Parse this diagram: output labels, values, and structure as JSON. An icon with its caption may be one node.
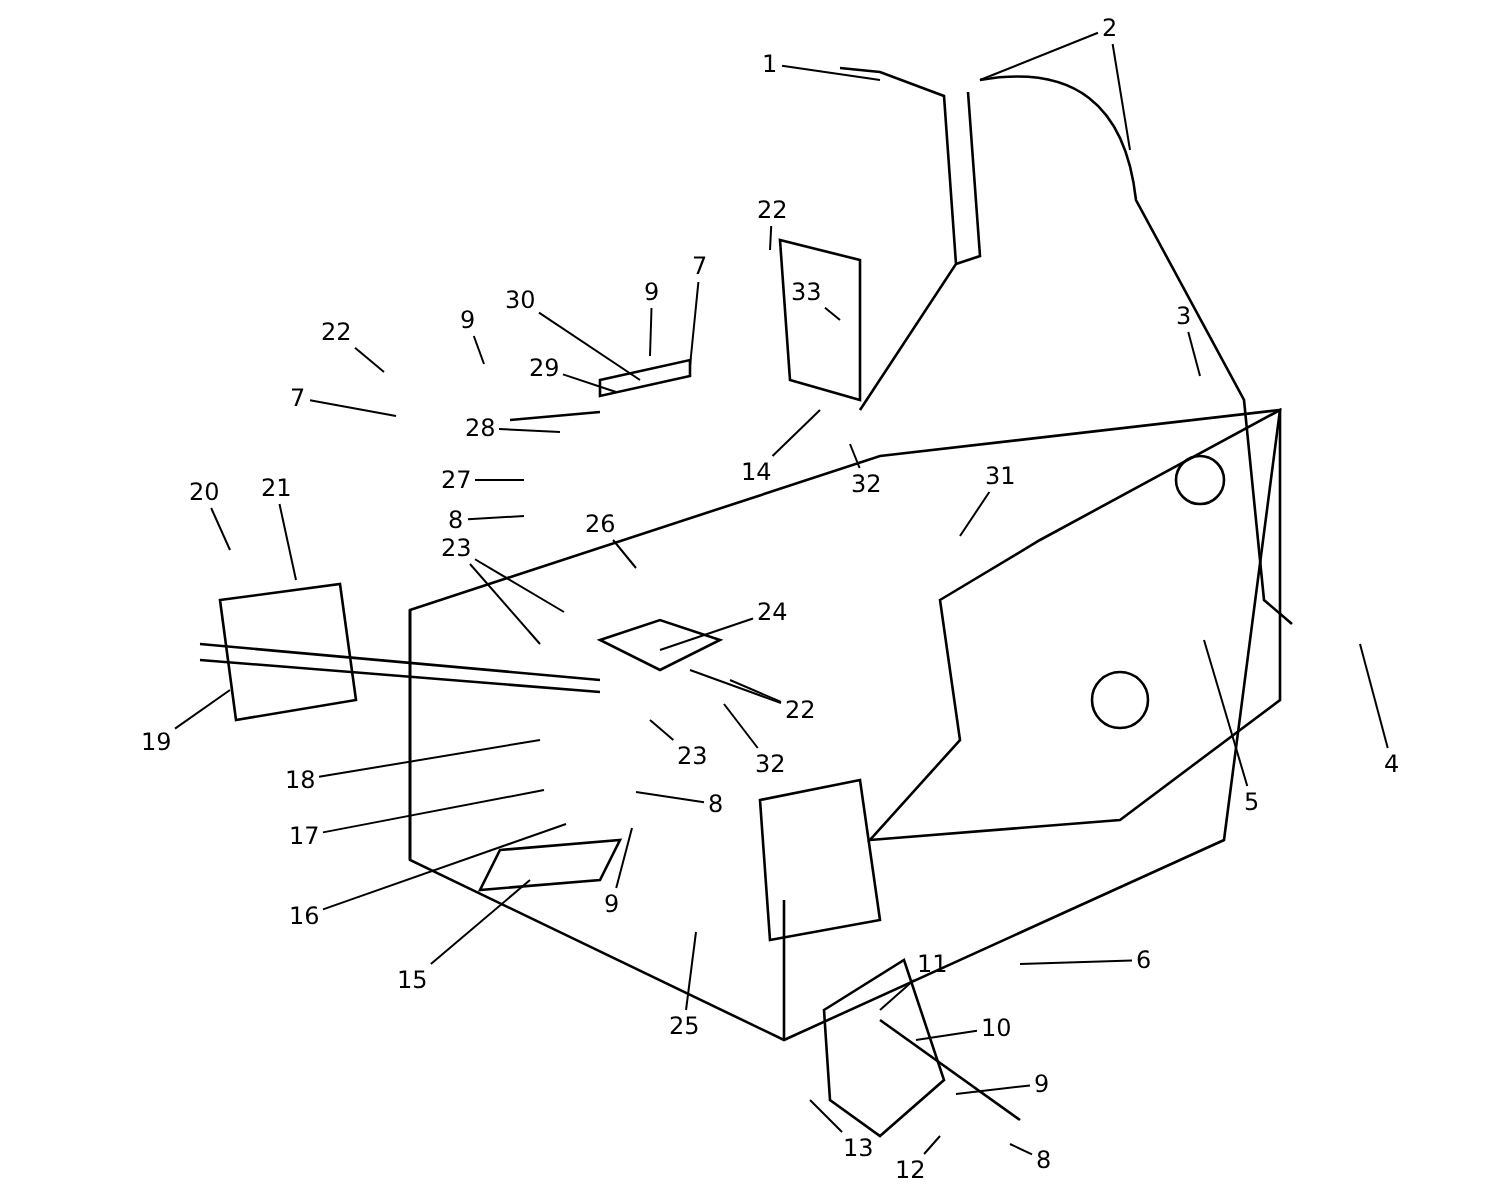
{
  "diagram": {
    "nodes": [
      {
        "text": [
          "1"
        ]
      },
      {
        "text": [
          "2"
        ]
      },
      {
        "text": [
          "22"
        ]
      },
      {
        "text": [
          "3"
        ]
      },
      {
        "text": [
          "33"
        ]
      },
      {
        "text": [
          "7"
        ]
      },
      {
        "text": [
          "9"
        ]
      },
      {
        "text": [
          "30"
        ]
      },
      {
        "text": [
          "22"
        ]
      },
      {
        "text": [
          "9"
        ]
      },
      {
        "text": [
          "29"
        ]
      },
      {
        "text": [
          "7"
        ]
      },
      {
        "text": [
          "28"
        ]
      },
      {
        "text": [
          "27"
        ]
      },
      {
        "text": [
          "8"
        ]
      },
      {
        "text": [
          "14"
        ]
      },
      {
        "text": [
          "32"
        ]
      },
      {
        "text": [
          "31"
        ]
      },
      {
        "text": [
          "20"
        ]
      },
      {
        "text": [
          "21"
        ]
      },
      {
        "text": [
          "23"
        ]
      },
      {
        "text": [
          "26"
        ]
      },
      {
        "text": [
          "24"
        ]
      },
      {
        "text": [
          "22"
        ]
      },
      {
        "text": [
          "23"
        ]
      },
      {
        "text": [
          "32"
        ]
      },
      {
        "text": [
          "19"
        ]
      },
      {
        "text": [
          "18"
        ]
      },
      {
        "text": [
          "17"
        ]
      },
      {
        "text": [
          "8"
        ]
      },
      {
        "text": [
          "16"
        ]
      },
      {
        "text": [
          "9"
        ]
      },
      {
        "text": [
          "5"
        ]
      },
      {
        "text": [
          "4"
        ]
      },
      {
        "text": [
          "15"
        ]
      },
      {
        "text": [
          "25"
        ]
      },
      {
        "text": [
          "6"
        ]
      },
      {
        "text": [
          "11"
        ]
      },
      {
        "text": [
          "10"
        ]
      },
      {
        "text": [
          "9"
        ]
      },
      {
        "text": [
          "13"
        ]
      },
      {
        "text": [
          "12"
        ]
      },
      {
        "text": [
          "8"
        ]
      }
    ],
    "edges": [
      {
        "from": 0,
        "to": null,
        "arrow": "none"
      },
      {
        "from": 1,
        "to": null,
        "arrow": "none"
      },
      {
        "from": 1,
        "to": null,
        "arrow": "none"
      },
      {
        "from": 2,
        "to": null,
        "arrow": "none"
      },
      {
        "from": 3,
        "to": null,
        "arrow": "none"
      },
      {
        "from": 4,
        "to": null,
        "arrow": "none"
      },
      {
        "from": 5,
        "to": null,
        "arrow": "none"
      },
      {
        "from": 6,
        "to": null,
        "arrow": "none"
      },
      {
        "from": 7,
        "to": null,
        "arrow": "none"
      },
      {
        "from": 8,
        "to": null,
        "arrow": "none"
      },
      {
        "from": 9,
        "to": null,
        "arrow": "none"
      },
      {
        "from": 10,
        "to": null,
        "arrow": "none"
      },
      {
        "from": 11,
        "to": null,
        "arrow": "none"
      },
      {
        "from": 12,
        "to": null,
        "arrow": "none"
      },
      {
        "from": 13,
        "to": null,
        "arrow": "none"
      },
      {
        "from": 14,
        "to": null,
        "arrow": "none"
      },
      {
        "from": 15,
        "to": null,
        "arrow": "none"
      },
      {
        "from": 16,
        "to": null,
        "arrow": "none"
      },
      {
        "from": 17,
        "to": null,
        "arrow": "none"
      },
      {
        "from": 18,
        "to": null,
        "arrow": "none"
      },
      {
        "from": 19,
        "to": null,
        "arrow": "none"
      },
      {
        "from": 20,
        "to": null,
        "arrow": "none"
      },
      {
        "from": 20,
        "to": null,
        "arrow": "none"
      },
      {
        "from": 21,
        "to": null,
        "arrow": "none"
      },
      {
        "from": 22,
        "to": null,
        "arrow": "none"
      },
      {
        "from": 23,
        "to": null,
        "arrow": "none"
      },
      {
        "from": 23,
        "to": null,
        "arrow": "none"
      },
      {
        "from": 24,
        "to": null,
        "arrow": "none"
      },
      {
        "from": 25,
        "to": null,
        "arrow": "none"
      },
      {
        "from": 26,
        "to": null,
        "arrow": "none"
      },
      {
        "from": 27,
        "to": null,
        "arrow": "none"
      },
      {
        "from": 28,
        "to": null,
        "arrow": "none"
      },
      {
        "from": 29,
        "to": null,
        "arrow": "none"
      },
      {
        "from": 30,
        "to": null,
        "arrow": "none"
      },
      {
        "from": 31,
        "to": null,
        "arrow": "none"
      },
      {
        "from": 32,
        "to": null,
        "arrow": "none"
      },
      {
        "from": 33,
        "to": null,
        "arrow": "none"
      },
      {
        "from": 34,
        "to": null,
        "arrow": "none"
      },
      {
        "from": 35,
        "to": null,
        "arrow": "none"
      },
      {
        "from": 36,
        "to": null,
        "arrow": "none"
      },
      {
        "from": 37,
        "to": null,
        "arrow": "none"
      },
      {
        "from": 38,
        "to": null,
        "arrow": "none"
      },
      {
        "from": 39,
        "to": null,
        "arrow": "none"
      },
      {
        "from": 40,
        "to": null,
        "arrow": "none"
      },
      {
        "from": 41,
        "to": null,
        "arrow": "none"
      },
      {
        "from": 42,
        "to": null,
        "arrow": "none"
      }
    ]
  }
}
